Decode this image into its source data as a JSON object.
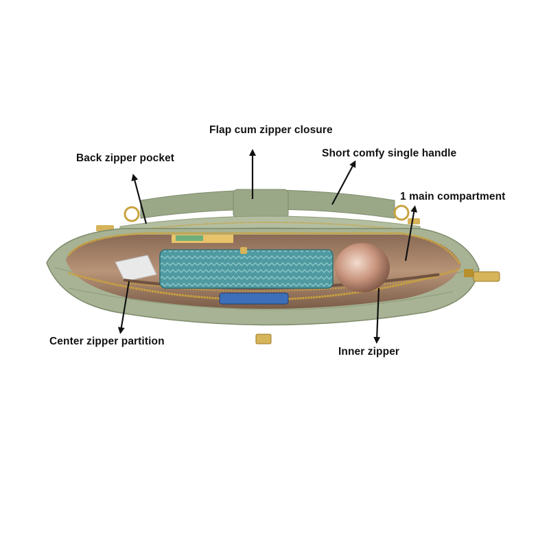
{
  "colors": {
    "background": "#ffffff",
    "bag_olive": "#a7b394",
    "bag_olive_dark": "#8c9a78",
    "lining_tan": "#b08c73",
    "zipper_gold": "#c9a23f",
    "wallet_teal": "#4f9aa0",
    "bottle_copper": "#c9957e",
    "phone_blue": "#3d6fb8",
    "arrow_black": "#111111"
  },
  "annotations": {
    "flap": "Flap cum zipper closure",
    "back_pocket": "Back zipper pocket",
    "handle": "Short comfy single handle",
    "main_compartment": "1 main compartment",
    "center_partition": "Center zipper partition",
    "inner_zipper": "Inner zipper"
  }
}
